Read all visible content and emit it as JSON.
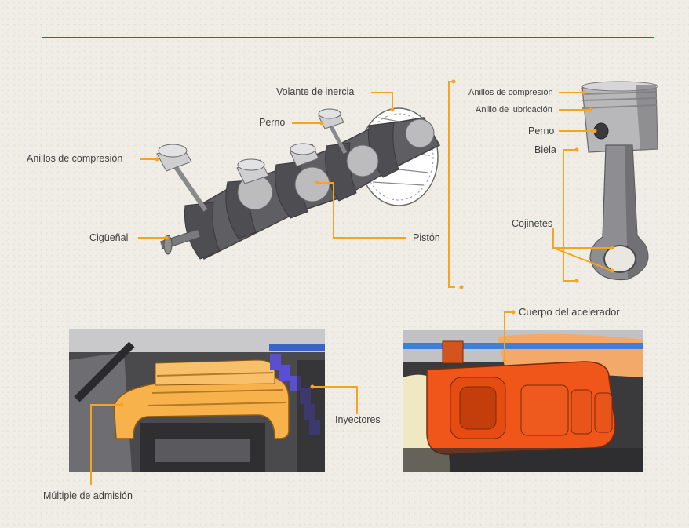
{
  "colors": {
    "accent_rule": "#b5323b",
    "callout_orange": "#f4a41f",
    "engine_gray": "#5f5f63",
    "manifold_orange": "#f7b24b",
    "throttle_orange": "#f0561a",
    "injector_blue": "#5a4fd0"
  },
  "crankshaft_labels": {
    "flywheel": "Volante de inercia",
    "pin": "Perno",
    "compression_rings": "Anillos de compresión",
    "crankshaft": "Cigüeñal",
    "piston": "Pistón"
  },
  "piston_labels": {
    "compression_rings": "Anillos de compresión",
    "oil_ring": "Anillo de lubricación",
    "pin": "Perno",
    "rod": "Biela",
    "bearings": "Cojinetes"
  },
  "manifold_labels": {
    "injectors": "Inyectores",
    "intake_manifold": "Múltiple de admisión"
  },
  "throttle_labels": {
    "throttle_body": "Cuerpo del acelerador"
  }
}
